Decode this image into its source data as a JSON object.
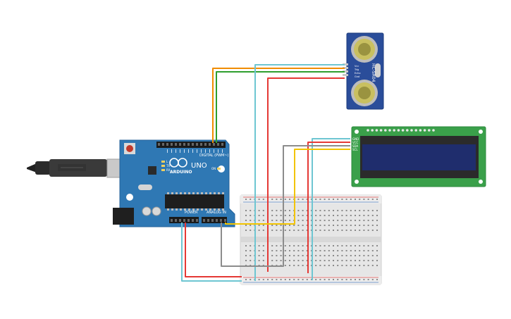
{
  "arduino": {
    "brand": "ARDUINO",
    "model": "UNO",
    "digital_header": "DIGITAL (PWM~)",
    "power_header": "POWER",
    "analog_header": "ANALOG IN",
    "led_labels": [
      "L",
      "TX",
      "RX"
    ],
    "on_label": "ON"
  },
  "sensor": {
    "model": "HC-SR04",
    "pins": [
      "Vcc",
      "Trig",
      "Echo",
      "Gnd"
    ]
  },
  "lcd": {
    "pins": [
      "GND",
      "VCC",
      "SDA",
      "SCL"
    ]
  },
  "colors": {
    "board": "#2f78b4",
    "wire_red": "#e53935",
    "wire_orange": "#f08c00",
    "wire_green": "#2e9e2e",
    "wire_cyan": "#6ec6d2",
    "wire_gray": "#8c8c8c",
    "wire_yellow": "#f2c400",
    "lcd_pcb": "#3aa04a",
    "lcd_screen": "#1f2d6d",
    "sensor_pcb": "#2a4d9a"
  }
}
